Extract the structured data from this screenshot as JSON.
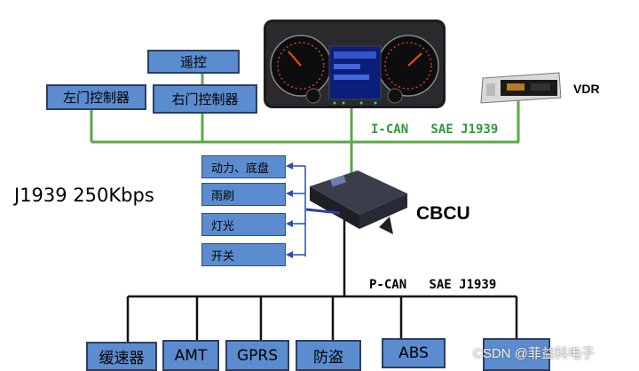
{
  "diagram": {
    "top_boxes": {
      "remote": "遥控",
      "left_door": "左门控制器",
      "right_door": "右门控制器"
    },
    "vdr_label": "VDR",
    "icans_label": "I-CAN   SAE J1939",
    "baud_label": "J1939 250Kbps",
    "cbcu_label": "CBCU",
    "side_boxes": [
      "动力、底盘",
      "雨刷",
      "灯光",
      "开关"
    ],
    "pcan_label": "P-CAN   SAE J1939",
    "bottom_boxes": [
      "缓速器",
      "AMT",
      "GPRS",
      "防盗",
      "ABS"
    ],
    "watermark": "CSDN @菲益科电子",
    "colors": {
      "box_fill": "#5b8ccf",
      "box_border": "#2a3f63",
      "green_bus": "#5aa845",
      "black_bus": "#111111",
      "arrow_blue": "#2a4fa8"
    },
    "icons": [
      "instrument-cluster-icon",
      "vdr-device-icon",
      "cbcu-module-icon"
    ]
  }
}
